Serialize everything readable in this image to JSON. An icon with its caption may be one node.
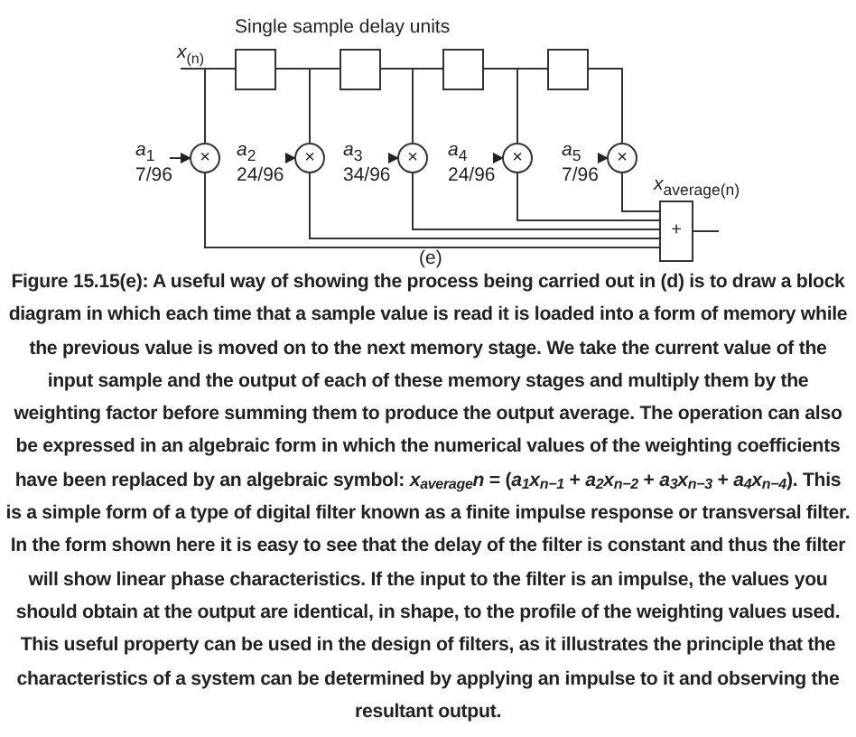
{
  "diagram": {
    "caption": "Figure 15.15(e): A useful way of showing the process being carried out in (d) is to draw a block diagram in which each time that a sample value is read it is loaded into a form of memory while the previous value is moved on to the next memory stage. We take the current value of the input sample and the output of each of these memory stages and multiply them by the weighting factor before summing them to produce the output average. The operation can also be expressed in an algebraic form in which the numerical values of the weighting coefficients have been replaced by an algebraic symbol: *x$_{average}$n* = (*a$_{1}$x$_{n−1}$* + *a$_{2}$x$_{n−2}$* + *a$_{3}$x$_{n−3}$* + *a$_{4}$x$_{n−4}$*). This is a simple form of a type of digital filter known as a finite impulse response or transversal filter. In the form shown here it is easy to see that the delay of the filter is constant and thus the filter will show linear phase characteristics. If the input to the filter is an impulse, the values you should obtain at the output are identical, in shape, to the profile of the weighting values used. This useful property can be used in the design of filters, as it illustrates the principle that the characteristics of a system can be determined by applying an impulse to it and observing the resultant output.",
    "nodes": [
      {
        "text": [],
        "shape": "box"
      },
      {
        "text": [],
        "shape": "box"
      },
      {
        "text": [],
        "shape": "box"
      },
      {
        "text": [],
        "shape": "box"
      },
      {
        "text": [
          "×"
        ]
      },
      {
        "text": [
          "×"
        ]
      },
      {
        "text": [
          "×"
        ]
      },
      {
        "text": [
          "×"
        ]
      },
      {
        "text": [
          "×"
        ]
      },
      {
        "text": [
          "+"
        ]
      },
      {
        "text": [
          "*a*$_{1}$",
          "7/96"
        ]
      },
      {
        "text": [
          "*a*$_{2}$",
          "24/96"
        ]
      },
      {
        "text": [
          "*a*$_{3}$",
          "34/96"
        ]
      },
      {
        "text": [
          "*a*$_{4}$",
          "24/96"
        ]
      },
      {
        "text": [
          "*a*$_{5}$",
          "7/96"
        ]
      },
      {
        "text": [
          "*x*$_{(n)}$"
        ]
      }
    ],
    "edges": [
      {
        "from": 15,
        "to": 0,
        "arrow": "none"
      },
      {
        "from": 15,
        "to": 4,
        "arrow": "none"
      },
      {
        "from": 0,
        "to": 1,
        "arrow": "none"
      },
      {
        "from": 0,
        "to": 5,
        "arrow": "none"
      },
      {
        "from": 1,
        "to": 2,
        "arrow": "none"
      },
      {
        "from": 1,
        "to": 6,
        "arrow": "none"
      },
      {
        "from": 2,
        "to": 3,
        "arrow": "none"
      },
      {
        "from": 2,
        "to": 7,
        "arrow": "none"
      },
      {
        "from": 3,
        "to": 8,
        "arrow": "none"
      },
      {
        "from": 4,
        "to": 9,
        "arrow": "none"
      },
      {
        "from": 5,
        "to": 9,
        "arrow": "none"
      },
      {
        "from": 6,
        "to": 9,
        "arrow": "none"
      },
      {
        "from": 7,
        "to": 9,
        "arrow": "none"
      },
      {
        "from": 8,
        "to": 9,
        "arrow": "none"
      },
      {
        "from": 9,
        "to": null,
        "arrow": "none"
      },
      {
        "from": 10,
        "to": 4,
        "arrow": "to"
      },
      {
        "from": 11,
        "to": 5,
        "arrow": "to"
      },
      {
        "from": 12,
        "to": 6,
        "arrow": "to"
      },
      {
        "from": 13,
        "to": 7,
        "arrow": "to"
      },
      {
        "from": 14,
        "to": 8,
        "arrow": "to"
      }
    ],
    "labels": [
      "Single sample delay units",
      "*x*$_{average(n)}$",
      "(e)"
    ]
  }
}
